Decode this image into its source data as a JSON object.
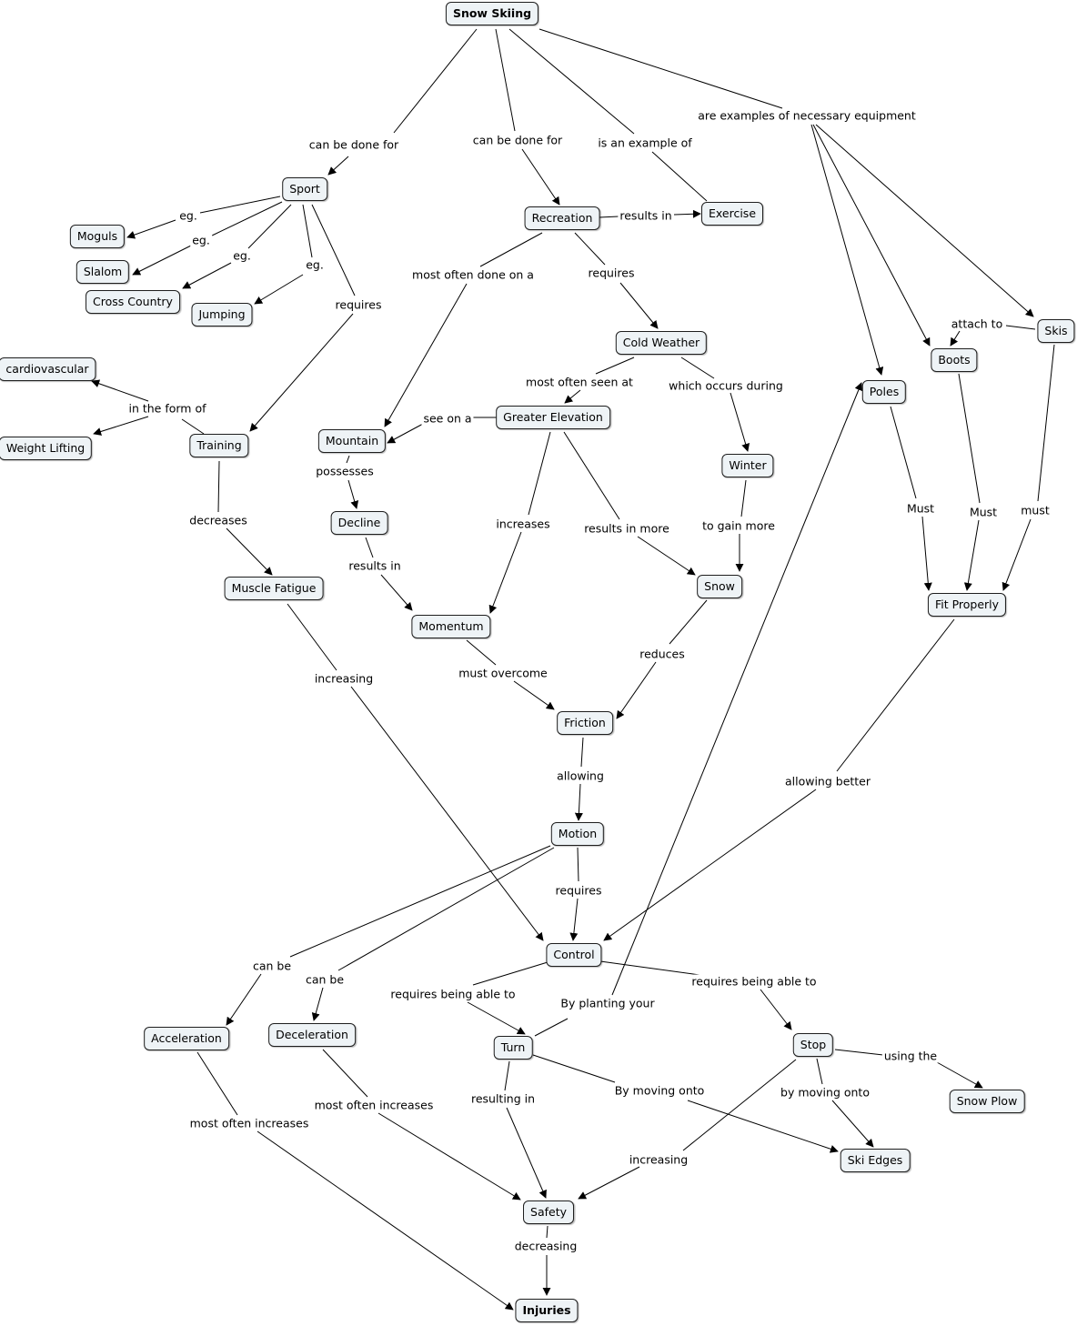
{
  "concepts": {
    "snow_skiing": "Snow Skiing",
    "sport": "Sport",
    "recreation": "Recreation",
    "exercise": "Exercise",
    "moguls": "Moguls",
    "slalom": "Slalom",
    "cross_country": "Cross Country",
    "jumping": "Jumping",
    "cardiovascular": "cardiovascular",
    "weight_lifting": "Weight Lifting",
    "training": "Training",
    "muscle_fatigue": "Muscle Fatigue",
    "cold_weather": "Cold Weather",
    "greater_elevation": "Greater Elevation",
    "mountain": "Mountain",
    "decline": "Decline",
    "momentum": "Momentum",
    "winter": "Winter",
    "snow": "Snow",
    "friction": "Friction",
    "motion": "Motion",
    "control": "Control",
    "poles": "Poles",
    "boots": "Boots",
    "skis": "Skis",
    "fit_properly": "Fit Properly",
    "acceleration": "Acceleration",
    "deceleration": "Deceleration",
    "turn": "Turn",
    "stop": "Stop",
    "snow_plow": "Snow Plow",
    "ski_edges": "Ski Edges",
    "safety": "Safety",
    "injuries": "Injuries"
  },
  "links": {
    "can_be_done_for_sport": "can be done for",
    "can_be_done_for_rec": "can be done for",
    "is_an_example_of": "is an example of",
    "examples_equipment": "are examples of necessary equipment",
    "eg_moguls": "eg.",
    "eg_slalom": "eg.",
    "eg_cross": "eg.",
    "eg_jumping": "eg.",
    "sport_requires": "requires",
    "in_the_form_of": "in the form of",
    "decreases": "decreases",
    "increasing_fatigue": "increasing",
    "results_in_exercise": "results in",
    "most_often_done_on": "most often done on a",
    "rec_requires": "requires",
    "most_often_seen_at": "most often seen at",
    "which_occurs_during": "which occurs during",
    "see_on_a": "see on a",
    "possesses": "possesses",
    "results_in_momentum": "results in",
    "increases": "increases",
    "results_in_more": "results in more",
    "to_gain_more": "to gain more",
    "must_overcome": "must overcome",
    "reduces": "reduces",
    "allowing": "allowing",
    "motion_requires": "requires",
    "attach_to": "attach to",
    "must_poles": "Must",
    "must_boots": "Must",
    "must_skis": "must",
    "allowing_better": "allowing better",
    "can_be_accel": "can be",
    "can_be_decel": "can be",
    "req_able_turn": "requires being able to",
    "req_able_stop": "requires being able to",
    "by_planting": "By planting your",
    "using_the": "using the",
    "by_moving_onto_stop": "by moving onto",
    "by_moving_onto_turn": "By moving onto",
    "resulting_in": "resulting in",
    "increasing_safety": "increasing",
    "most_often_increases_accel": "most often increases",
    "most_often_increases_decel": "most often increases",
    "decreasing": "decreasing"
  }
}
